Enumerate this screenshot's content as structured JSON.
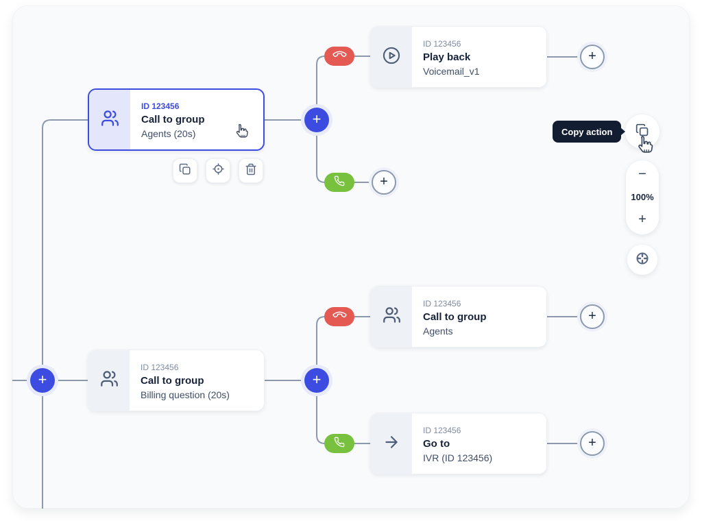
{
  "glyphs": {
    "plus": "+",
    "minus": "−"
  },
  "nodes": [
    {
      "id_label": "ID 123456",
      "title": "Call to group",
      "subtitle": "Agents (20s)",
      "icon": "users-icon",
      "selected": true
    },
    {
      "id_label": "ID 123456",
      "title": "Play back",
      "subtitle": "Voicemail_v1",
      "icon": "play-circle-icon",
      "selected": false
    },
    {
      "id_label": "ID 123456",
      "title": "Call to group",
      "subtitle": "Agents",
      "icon": "users-icon",
      "selected": false
    },
    {
      "id_label": "ID 123456",
      "title": "Call to group",
      "subtitle": "Billing question (20s)",
      "icon": "users-icon",
      "selected": false
    },
    {
      "id_label": "ID 123456",
      "title": "Go to",
      "subtitle": "IVR (ID 123456)",
      "icon": "arrow-right-icon",
      "selected": false
    }
  ],
  "branches": {
    "hangup_icon": "phone-hangup-icon",
    "answered_icon": "phone-icon"
  },
  "tooltip": {
    "label": "Copy action"
  },
  "zoom_controls": {
    "level": "100%"
  },
  "colors": {
    "accent_blue": "#3c4be0",
    "branch_red": "#e55953",
    "branch_green": "#77c13e",
    "connector_gray": "#8c99ad",
    "tooltip_bg": "#131d31",
    "canvas_bg": "#f8fafc"
  }
}
